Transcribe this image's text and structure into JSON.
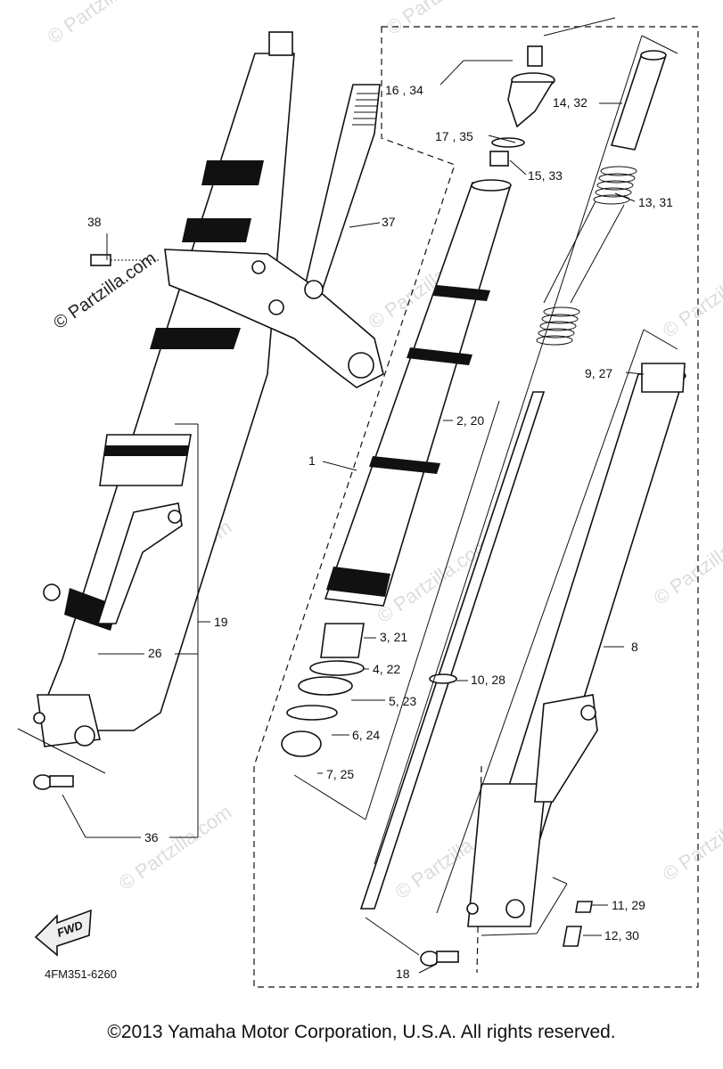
{
  "diagram": {
    "callouts": {
      "c1": "1",
      "c2_20": "2, 20",
      "c3_21": "3, 21",
      "c4_22": "4, 22",
      "c5_23": "5, 23",
      "c6_24": "6, 24",
      "c7_25": "7, 25",
      "c8": "8",
      "c9_27": "9, 27",
      "c10_28": "10, 28",
      "c11_29": "11, 29",
      "c12_30": "12, 30",
      "c13_31": "13, 31",
      "c14_32": "14, 32",
      "c15_33": "15, 33",
      "c16_34": "16 , 34",
      "c17_35": "17 , 35",
      "c18": "18",
      "c19": "19",
      "c26": "26",
      "c36": "36",
      "c37": "37",
      "c38": "38"
    },
    "fwd_label": "FWD",
    "part_code": "4FM351-6260",
    "watermark_main": "© Partzilla.com",
    "watermark_faint": "© Partzilla.com"
  },
  "footer": {
    "copyright": "©2013 Yamaha Motor Corporation, U.S.A. All rights reserved."
  }
}
